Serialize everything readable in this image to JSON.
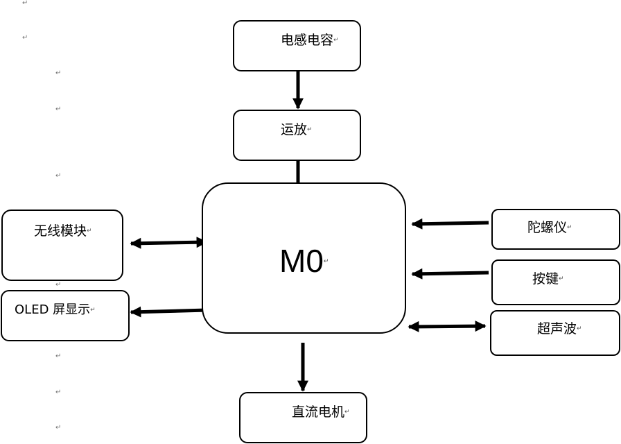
{
  "paragraph_mark": "↵",
  "nodes": {
    "inductor_capacitor": "电感电容",
    "op_amp": "运放",
    "mcu": "M0",
    "wireless": "无线模块",
    "oled": "OLED 屏显示",
    "gyroscope": "陀螺仪",
    "keys": "按键",
    "ultrasonic": "超声波",
    "dc_motor": "直流电机"
  }
}
